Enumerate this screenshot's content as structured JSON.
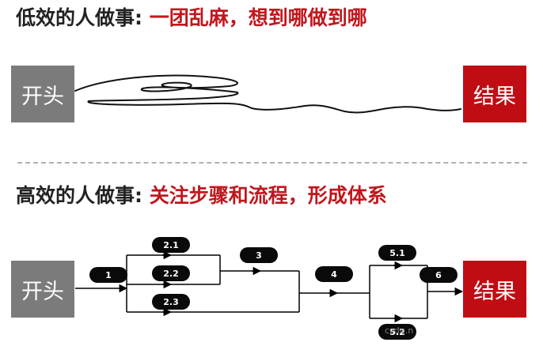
{
  "top": {
    "heading_lead": "低效的人做事:",
    "heading_rest": " 一团乱麻，想到哪做到哪",
    "start_label": "开头",
    "end_label": "结果"
  },
  "bottom": {
    "heading_lead": "高效的人做事:",
    "heading_rest": " 关注步骤和流程，形成体系",
    "start_label": "开头",
    "end_label": "结果",
    "steps": [
      "1",
      "2.1",
      "2.2",
      "2.3",
      "3",
      "4",
      "5.1",
      "5.2",
      "6"
    ]
  },
  "watermark": "csdn.n",
  "colors": {
    "accent_red": "#c0171d",
    "start_box": "#7b7b7b",
    "end_box": "#c00d14",
    "node": "#0a0a0a"
  }
}
